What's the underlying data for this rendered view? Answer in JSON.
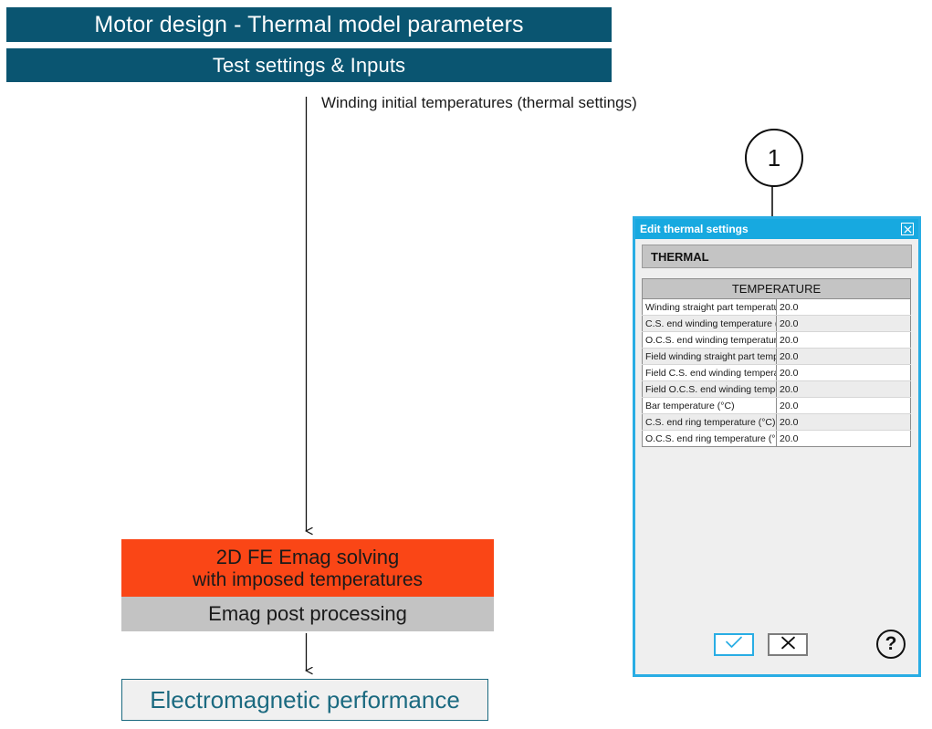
{
  "banners": {
    "title": "Motor design - Thermal model parameters",
    "subtitle": "Test settings & Inputs",
    "color": "#0a5571"
  },
  "annotation": {
    "text": "Winding initial temperatures (thermal settings)"
  },
  "callout": {
    "number": "1"
  },
  "flow": {
    "emag_solving_line1": "2D FE Emag solving",
    "emag_solving_line2": "with imposed temperatures",
    "emag_solving_color": "#fa4616",
    "emag_post": "Emag post processing",
    "emag_post_color": "#c3c3c3",
    "performance": "Electromagnetic performance",
    "performance_color": "#1b6a80"
  },
  "dialog": {
    "title": "Edit thermal settings",
    "titlebar_color": "#17a9e0",
    "close_icon": "close-icon",
    "section_header": "THERMAL",
    "table": {
      "header": "TEMPERATURE",
      "rows": [
        {
          "label": "Winding straight part temperature (°C)",
          "value": "20.0"
        },
        {
          "label": "C.S. end winding temperature (°C)",
          "value": "20.0"
        },
        {
          "label": "O.C.S. end winding temperature (°C)",
          "value": "20.0"
        },
        {
          "label": "Field winding straight part temperature (°C)",
          "value": "20.0"
        },
        {
          "label": "Field C.S. end winding temperature (°C)",
          "value": "20.0"
        },
        {
          "label": "Field O.C.S. end winding temperature (°C)",
          "value": "20.0"
        },
        {
          "label": "Bar temperature (°C)",
          "value": "20.0"
        },
        {
          "label": "C.S. end ring temperature (°C)",
          "value": "20.0"
        },
        {
          "label": "O.C.S. end ring temperature (°C)",
          "value": "20.0"
        }
      ]
    },
    "buttons": {
      "ok_icon": "check-icon",
      "cancel_icon": "cross-icon",
      "help_label": "?"
    }
  }
}
